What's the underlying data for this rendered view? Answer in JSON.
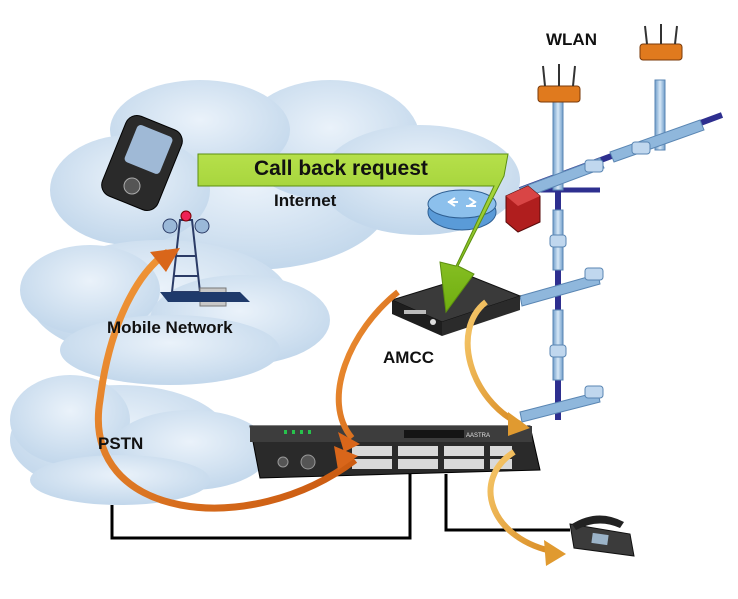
{
  "labels": {
    "wlan": "WLAN",
    "internet": "Internet",
    "mobile_network": "Mobile Network",
    "amcc": "AMCC",
    "pstn": "PSTN",
    "call_back_request": "Call back request"
  },
  "device_text": {
    "switch_brand": "AASTRA"
  },
  "icons": {
    "mobile_phone": "mobile-phone-icon",
    "cell_tower": "cell-tower-icon",
    "router": "router-icon",
    "firewall": "firewall-icon",
    "access_point": "wifi-access-point-icon",
    "amcc_box": "amcc-controller-icon",
    "pbx_switch": "pbx-switch-icon",
    "desk_phone": "desk-phone-icon"
  },
  "colors": {
    "cloud": "#c9dcee",
    "callback_arrow": "#8cc61e",
    "orange_arrow": "#e5731c",
    "yellow_arrow": "#e6a83a",
    "backbone": "#2e2f8f",
    "pipe": "#8fb7dc"
  }
}
